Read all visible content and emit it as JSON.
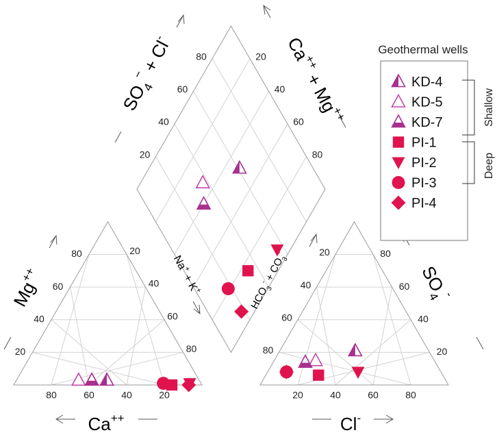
{
  "chart_data": {
    "type": "scatter",
    "subtype": "piper-diagram",
    "scale": [
      0,
      100
    ],
    "ticks": [
      20,
      40,
      60,
      80
    ],
    "cation_triangle": {
      "bottom_label": "Ca++",
      "left_label": "Mg++",
      "right_label": "Na+ + K+"
    },
    "anion_triangle": {
      "bottom_label": "Cl-",
      "left_label": "HCO3- + CO3-",
      "right_label": "SO4-"
    },
    "diamond": {
      "upper_left_label": "SO4- + Cl-",
      "upper_right_label": "Ca++ + Mg++"
    },
    "legend": {
      "title": "Geothermal wells",
      "placement": "right",
      "groups": [
        {
          "name": "Shallow",
          "members": [
            "KD-4",
            "KD-5",
            "KD-7"
          ]
        },
        {
          "name": "Deep",
          "members": [
            "PI-1",
            "PI-2",
            "PI-3",
            "PI-4"
          ]
        }
      ]
    },
    "series": [
      {
        "name": "KD-4",
        "marker": "triangle-half-left",
        "color": "#a8308f",
        "cation": {
          "Ca": 49,
          "Mg": 3,
          "NaK": 48
        },
        "anion": {
          "Cl": 40,
          "SO4": 21,
          "HCO3": 39
        }
      },
      {
        "name": "KD-5",
        "marker": "triangle-open",
        "color": "#c546ac",
        "cation": {
          "Ca": 64,
          "Mg": 3,
          "NaK": 33
        },
        "anion": {
          "Cl": 22,
          "SO4": 15,
          "HCO3": 63
        }
      },
      {
        "name": "KD-7",
        "marker": "triangle-half-bottom",
        "color": "#a8308f",
        "cation": {
          "Ca": 57,
          "Mg": 3,
          "NaK": 40
        },
        "anion": {
          "Cl": 17,
          "SO4": 14,
          "HCO3": 69
        }
      },
      {
        "name": "PI-1",
        "marker": "square",
        "color": "#e0134f",
        "cation": {
          "Ca": 16,
          "Mg": 0,
          "NaK": 84
        },
        "anion": {
          "Cl": 28,
          "SO4": 6,
          "HCO3": 66
        }
      },
      {
        "name": "PI-2",
        "marker": "triangle-down",
        "color": "#e0134f",
        "cation": {
          "Ca": 6,
          "Mg": 1,
          "NaK": 93
        },
        "anion": {
          "Cl": 48,
          "SO4": 8,
          "HCO3": 44
        }
      },
      {
        "name": "PI-3",
        "marker": "circle",
        "color": "#e0134f",
        "cation": {
          "Ca": 20,
          "Mg": 1,
          "NaK": 79
        },
        "anion": {
          "Cl": 10,
          "SO4": 8,
          "HCO3": 82
        }
      },
      {
        "name": "PI-4",
        "marker": "diamond",
        "color": "#e0134f",
        "cation": {
          "Ca": 7,
          "Mg": 0,
          "NaK": 93
        },
        "anion": {
          "Cl": 10,
          "SO4": 8,
          "HCO3": 82
        }
      }
    ]
  }
}
